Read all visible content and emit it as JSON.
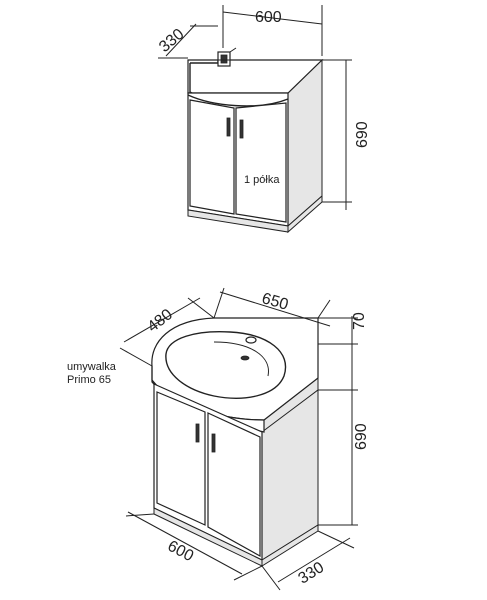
{
  "top_cabinet": {
    "width": "600",
    "depth": "330",
    "height": "690",
    "shelf_label": "1 półka"
  },
  "bottom_cabinet": {
    "basin_width": "650",
    "basin_depth": "480",
    "basin_height": "70",
    "cabinet_height": "690",
    "cabinet_width": "600",
    "cabinet_depth": "330",
    "basin_label_line1": "umywalka",
    "basin_label_line2": "Primo 65"
  }
}
